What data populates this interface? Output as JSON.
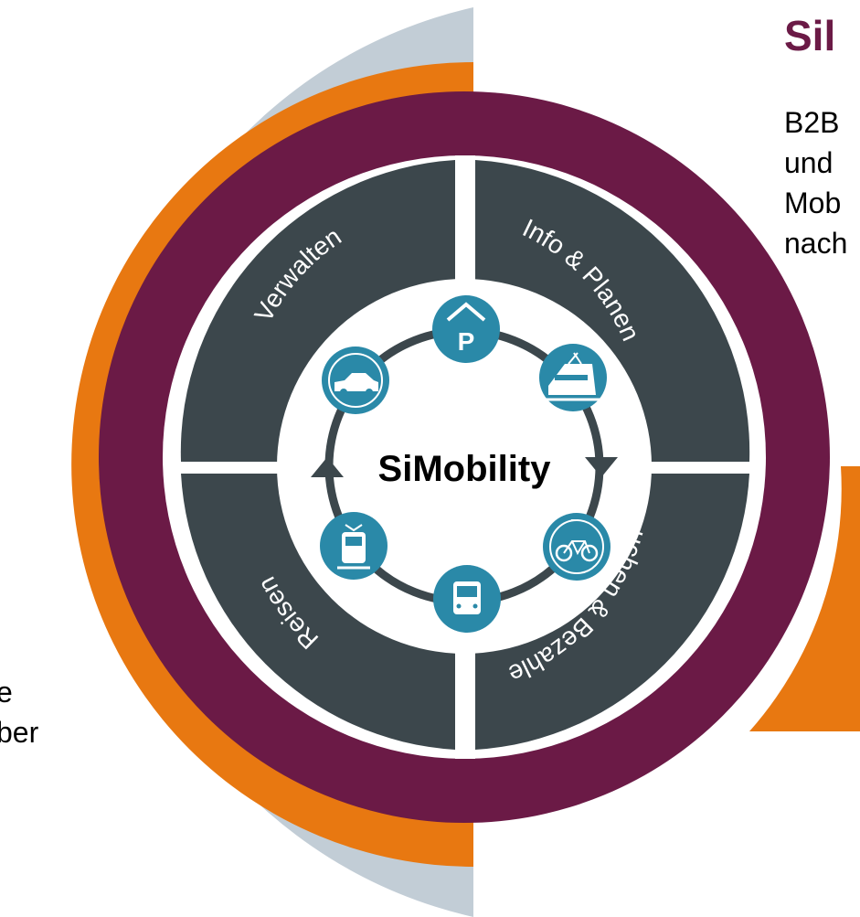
{
  "heading": "Sil",
  "body_fragments": [
    "B2B",
    "und",
    "Mob",
    "nach"
  ],
  "left_fragments": [
    "e",
    "ber"
  ],
  "center_label": "SiMobility",
  "quadrants": [
    {
      "id": "verwalten",
      "label": "Verwalten"
    },
    {
      "id": "info",
      "label": "Info & Planen"
    },
    {
      "id": "buchen",
      "label": "Buchen & Bezahlen"
    },
    {
      "id": "reisen",
      "label": "Reisen"
    }
  ],
  "icons": [
    {
      "name": "parking-icon",
      "label": "P"
    },
    {
      "name": "train-icon",
      "label": ""
    },
    {
      "name": "bicycle-icon",
      "label": ""
    },
    {
      "name": "bus-icon",
      "label": ""
    },
    {
      "name": "tram-icon",
      "label": ""
    },
    {
      "name": "car-icon",
      "label": ""
    }
  ],
  "colors": {
    "outer_gray": "#c2cdd6",
    "orange": "#e87811",
    "maroon": "#6b1a46",
    "quadrant_dark": "#3c474c",
    "icon_teal": "#2a89a8",
    "heading": "#6b1a46"
  }
}
